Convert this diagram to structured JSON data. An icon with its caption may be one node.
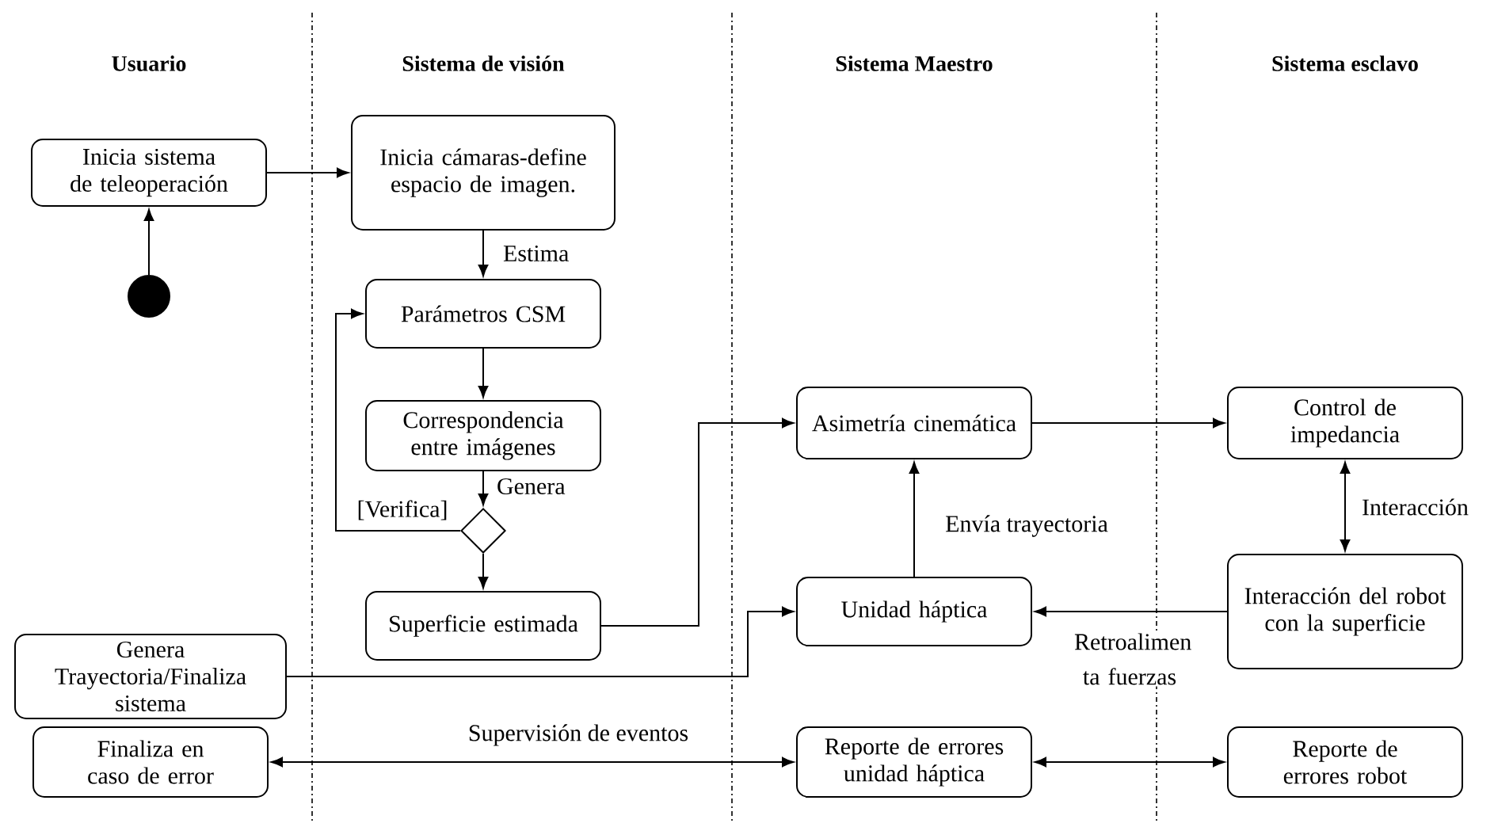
{
  "diagram": {
    "nodes": [
      {
        "text": [
          "Inicia sistema de teleoperación"
        ]
      },
      {
        "text": [
          "Inicia cámaras-define espacio de imagen."
        ]
      },
      {
        "text": [],
        "shape": "circle"
      },
      {
        "text": [
          "Parámetros CSM"
        ]
      },
      {
        "text": [
          "Correspondencia entre imágenes"
        ]
      },
      {
        "text": [],
        "shape": "diamond"
      },
      {
        "text": [
          "Asimetría cinemática"
        ]
      },
      {
        "text": [
          "Control de impedancia"
        ]
      },
      {
        "text": [
          "Superficie estimada"
        ]
      },
      {
        "text": [
          "Unidad háptica"
        ]
      },
      {
        "text": [
          "Interacción del robot con la superficie"
        ]
      },
      {
        "text": [
          "Genera Trayectoria/Finaliza sistema"
        ]
      },
      {
        "text": [
          "Finaliza en caso de error"
        ]
      },
      {
        "text": [
          "Reporte de errores unidad háptica"
        ]
      },
      {
        "text": [
          "Reporte de errores robot"
        ]
      }
    ],
    "edges": [
      {
        "from": 2,
        "to": 0,
        "arrow": "to"
      },
      {
        "from": 0,
        "to": 1,
        "arrow": "to"
      },
      {
        "from": 1,
        "to": 3,
        "arrow": "to",
        "label": "Estima"
      },
      {
        "from": 3,
        "to": 4,
        "arrow": "to"
      },
      {
        "from": 4,
        "to": 5,
        "arrow": "to",
        "label": "Genera"
      },
      {
        "from": 5,
        "to": 3,
        "arrow": "to",
        "label": "[Verifica]"
      },
      {
        "from": 5,
        "to": 8,
        "arrow": "to"
      },
      {
        "from": 8,
        "to": 6,
        "arrow": "to"
      },
      {
        "from": 11,
        "to": 9,
        "arrow": "to"
      },
      {
        "from": 9,
        "to": 6,
        "arrow": "to",
        "label": "Envía trayectoria"
      },
      {
        "from": 6,
        "to": 7,
        "arrow": "to"
      },
      {
        "from": 7,
        "to": 10,
        "arrow": "both",
        "label": "Interacción"
      },
      {
        "from": 10,
        "to": 9,
        "arrow": "to",
        "label": "Retroalimen ta fuerzas"
      },
      {
        "from": 12,
        "to": 13,
        "arrow": "both",
        "label": "Supervisión de eventos"
      },
      {
        "from": 13,
        "to": 14,
        "arrow": "both"
      }
    ],
    "labels": [
      "Usuario",
      "Sistema de visión",
      "Sistema Maestro",
      "Sistema esclavo"
    ]
  }
}
